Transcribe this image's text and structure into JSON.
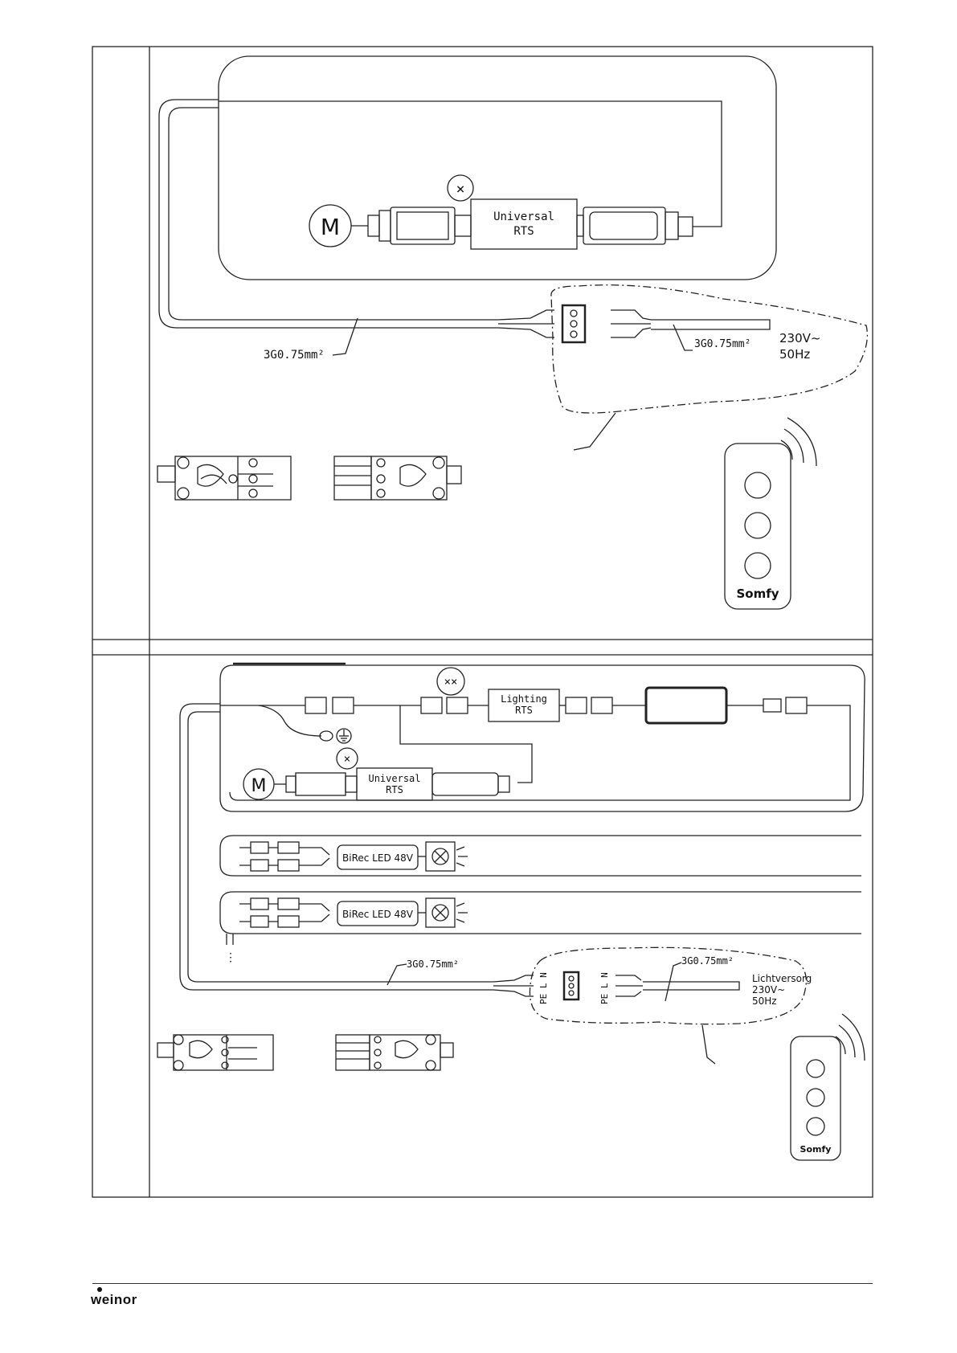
{
  "top_diagram": {
    "motor_label": "M",
    "receiver_label_1": "Universal",
    "receiver_label_2": "RTS",
    "marker_symbol": "×",
    "cable_left": "3G0.75mm²",
    "cable_right": "3G0.75mm²",
    "supply_1": "230V~",
    "supply_2": "50Hz",
    "remote_brand": "Somfy"
  },
  "bottom_diagram": {
    "motor_label": "M",
    "receiver_label_1": "Universal",
    "receiver_label_2": "RTS",
    "marker_symbol": "×",
    "marker_symbol_double": "××",
    "lighting_label_1": "Lighting",
    "lighting_label_2": "RTS",
    "led_driver_1": "BiRec LED 48V",
    "led_driver_2": "BiRec LED 48V",
    "cable_left": "3G0.75mm²",
    "cable_right": "3G0.75mm²",
    "terminal_left": "PE L N",
    "terminal_right": "PE L N",
    "supply_0": "Lichtversorg",
    "supply_1": "230V~",
    "supply_2": "50Hz",
    "continuation": "⋮",
    "remote_brand": "Somfy"
  },
  "footer": {
    "logo": "weinor"
  },
  "colors": {
    "line": "#222222",
    "background": "#ffffff"
  }
}
